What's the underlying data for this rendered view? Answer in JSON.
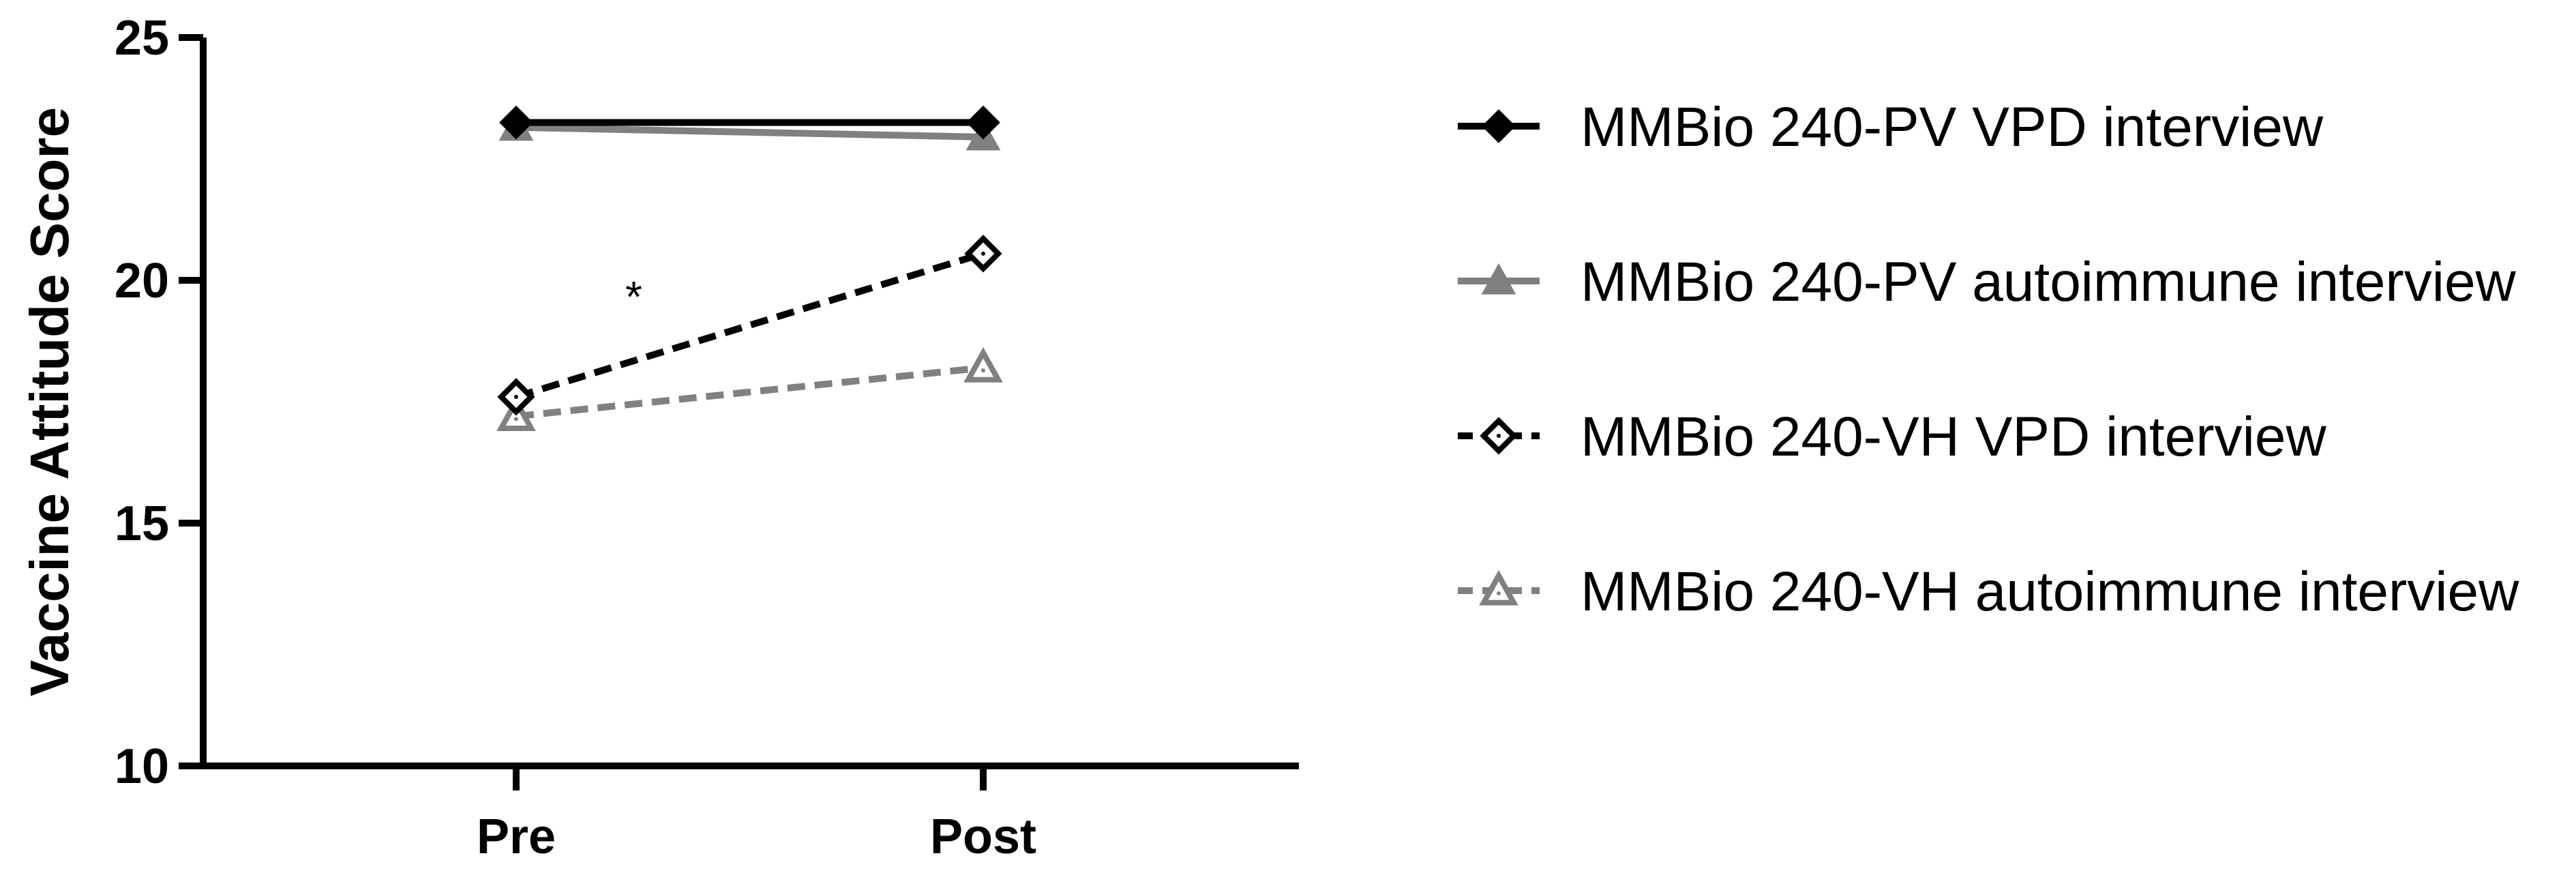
{
  "chart_data": {
    "type": "line",
    "title": "",
    "xlabel": "",
    "ylabel": "Vaccine Attitude Score",
    "categories": [
      "Pre",
      "Post"
    ],
    "ylim": [
      10,
      25
    ],
    "yticks": [
      10,
      15,
      20,
      25
    ],
    "grid": false,
    "legend_position": "right",
    "series": [
      {
        "name": "MMBio 240-PV VPD interview",
        "values": [
          23.25,
          23.25
        ],
        "color": "#000000",
        "dashed": false,
        "marker": "diamond-filled"
      },
      {
        "name": "MMBio 240-PV autoimmune interview",
        "values": [
          23.15,
          22.95
        ],
        "color": "#808080",
        "dashed": false,
        "marker": "triangle-filled"
      },
      {
        "name": "MMBio 240-VH VPD interview",
        "values": [
          17.6,
          20.55
        ],
        "color": "#000000",
        "dashed": true,
        "marker": "diamond-open"
      },
      {
        "name": "MMBio 240-VH autoimmune interview",
        "values": [
          17.2,
          18.2
        ],
        "color": "#808080",
        "dashed": true,
        "marker": "triangle-open"
      }
    ],
    "annotations": [
      {
        "text": "*",
        "between": [
          "Pre",
          "Post"
        ],
        "series": "MMBio 240-VH VPD interview"
      }
    ]
  }
}
